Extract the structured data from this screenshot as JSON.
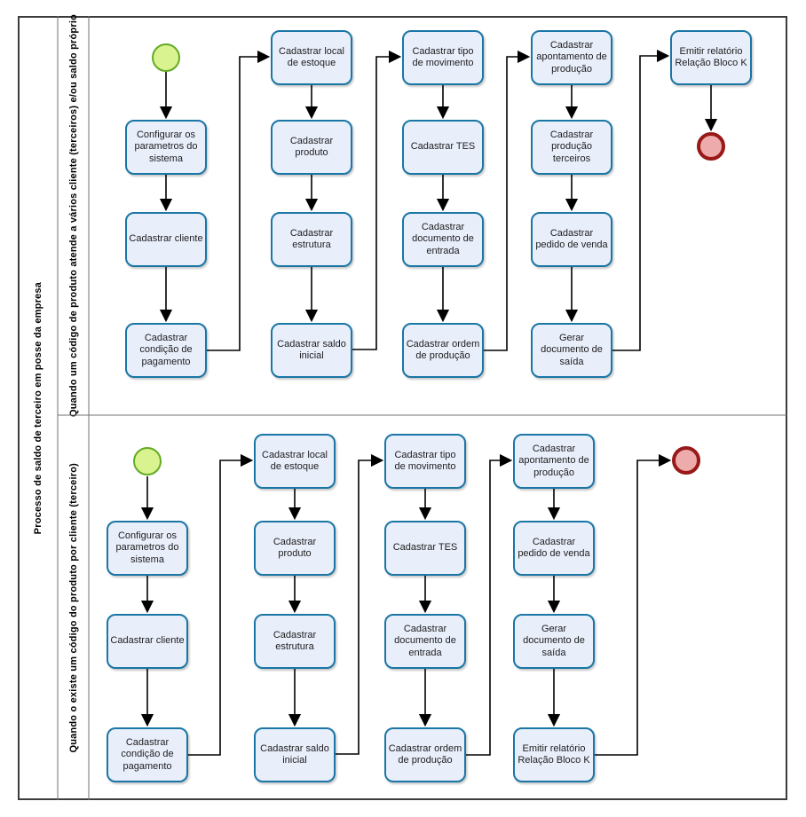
{
  "diagram": {
    "pool_label": "Processo de saldo de terceiro em posse da empresa",
    "lanes": [
      {
        "label": "Quando um código de produto atende a vários cliente (terceiros) e/ou saldo próprio",
        "tasks": [
          "Configurar os parametros do sistema",
          "Cadastrar cliente",
          "Cadastrar condição de pagamento",
          "Cadastrar local de estoque",
          "Cadastrar produto",
          "Cadastrar estrutura",
          "Cadastrar saldo inicial",
          "Cadastrar tipo de movimento",
          "Cadastrar TES",
          "Cadastrar documento de entrada",
          "Cadastrar ordem de produção",
          "Cadastrar apontamento de produção",
          "Cadastrar produção terceiros",
          "Cadastrar pedido de venda",
          "Gerar documento de saída",
          "Emitir relatório Relação Bloco K"
        ]
      },
      {
        "label": "Quando o existe um código do produto por cliente (terceiro)",
        "tasks": [
          "Configurar os parametros do sistema",
          "Cadastrar cliente",
          "Cadastrar condição de pagamento",
          "Cadastrar local de estoque",
          "Cadastrar produto",
          "Cadastrar estrutura",
          "Cadastrar saldo inicial",
          "Cadastrar tipo de movimento",
          "Cadastrar TES",
          "Cadastrar documento de entrada",
          "Cadastrar ordem de produção",
          "Cadastrar apontamento de produção",
          "Cadastrar pedido de venda",
          "Gerar documento de saída",
          "Emitir relatório Relação Bloco K"
        ]
      }
    ],
    "colors": {
      "task_fill": "#e9eefb",
      "task_border": "#1a76a5",
      "task_text": "#1d1d1d",
      "start_fill": "#d8f390",
      "start_border": "#64aa23",
      "end_fill": "#edabab",
      "end_border": "#991818",
      "arrow": "#000000",
      "frame": "#3c3c3c",
      "grid": "#707070"
    }
  }
}
